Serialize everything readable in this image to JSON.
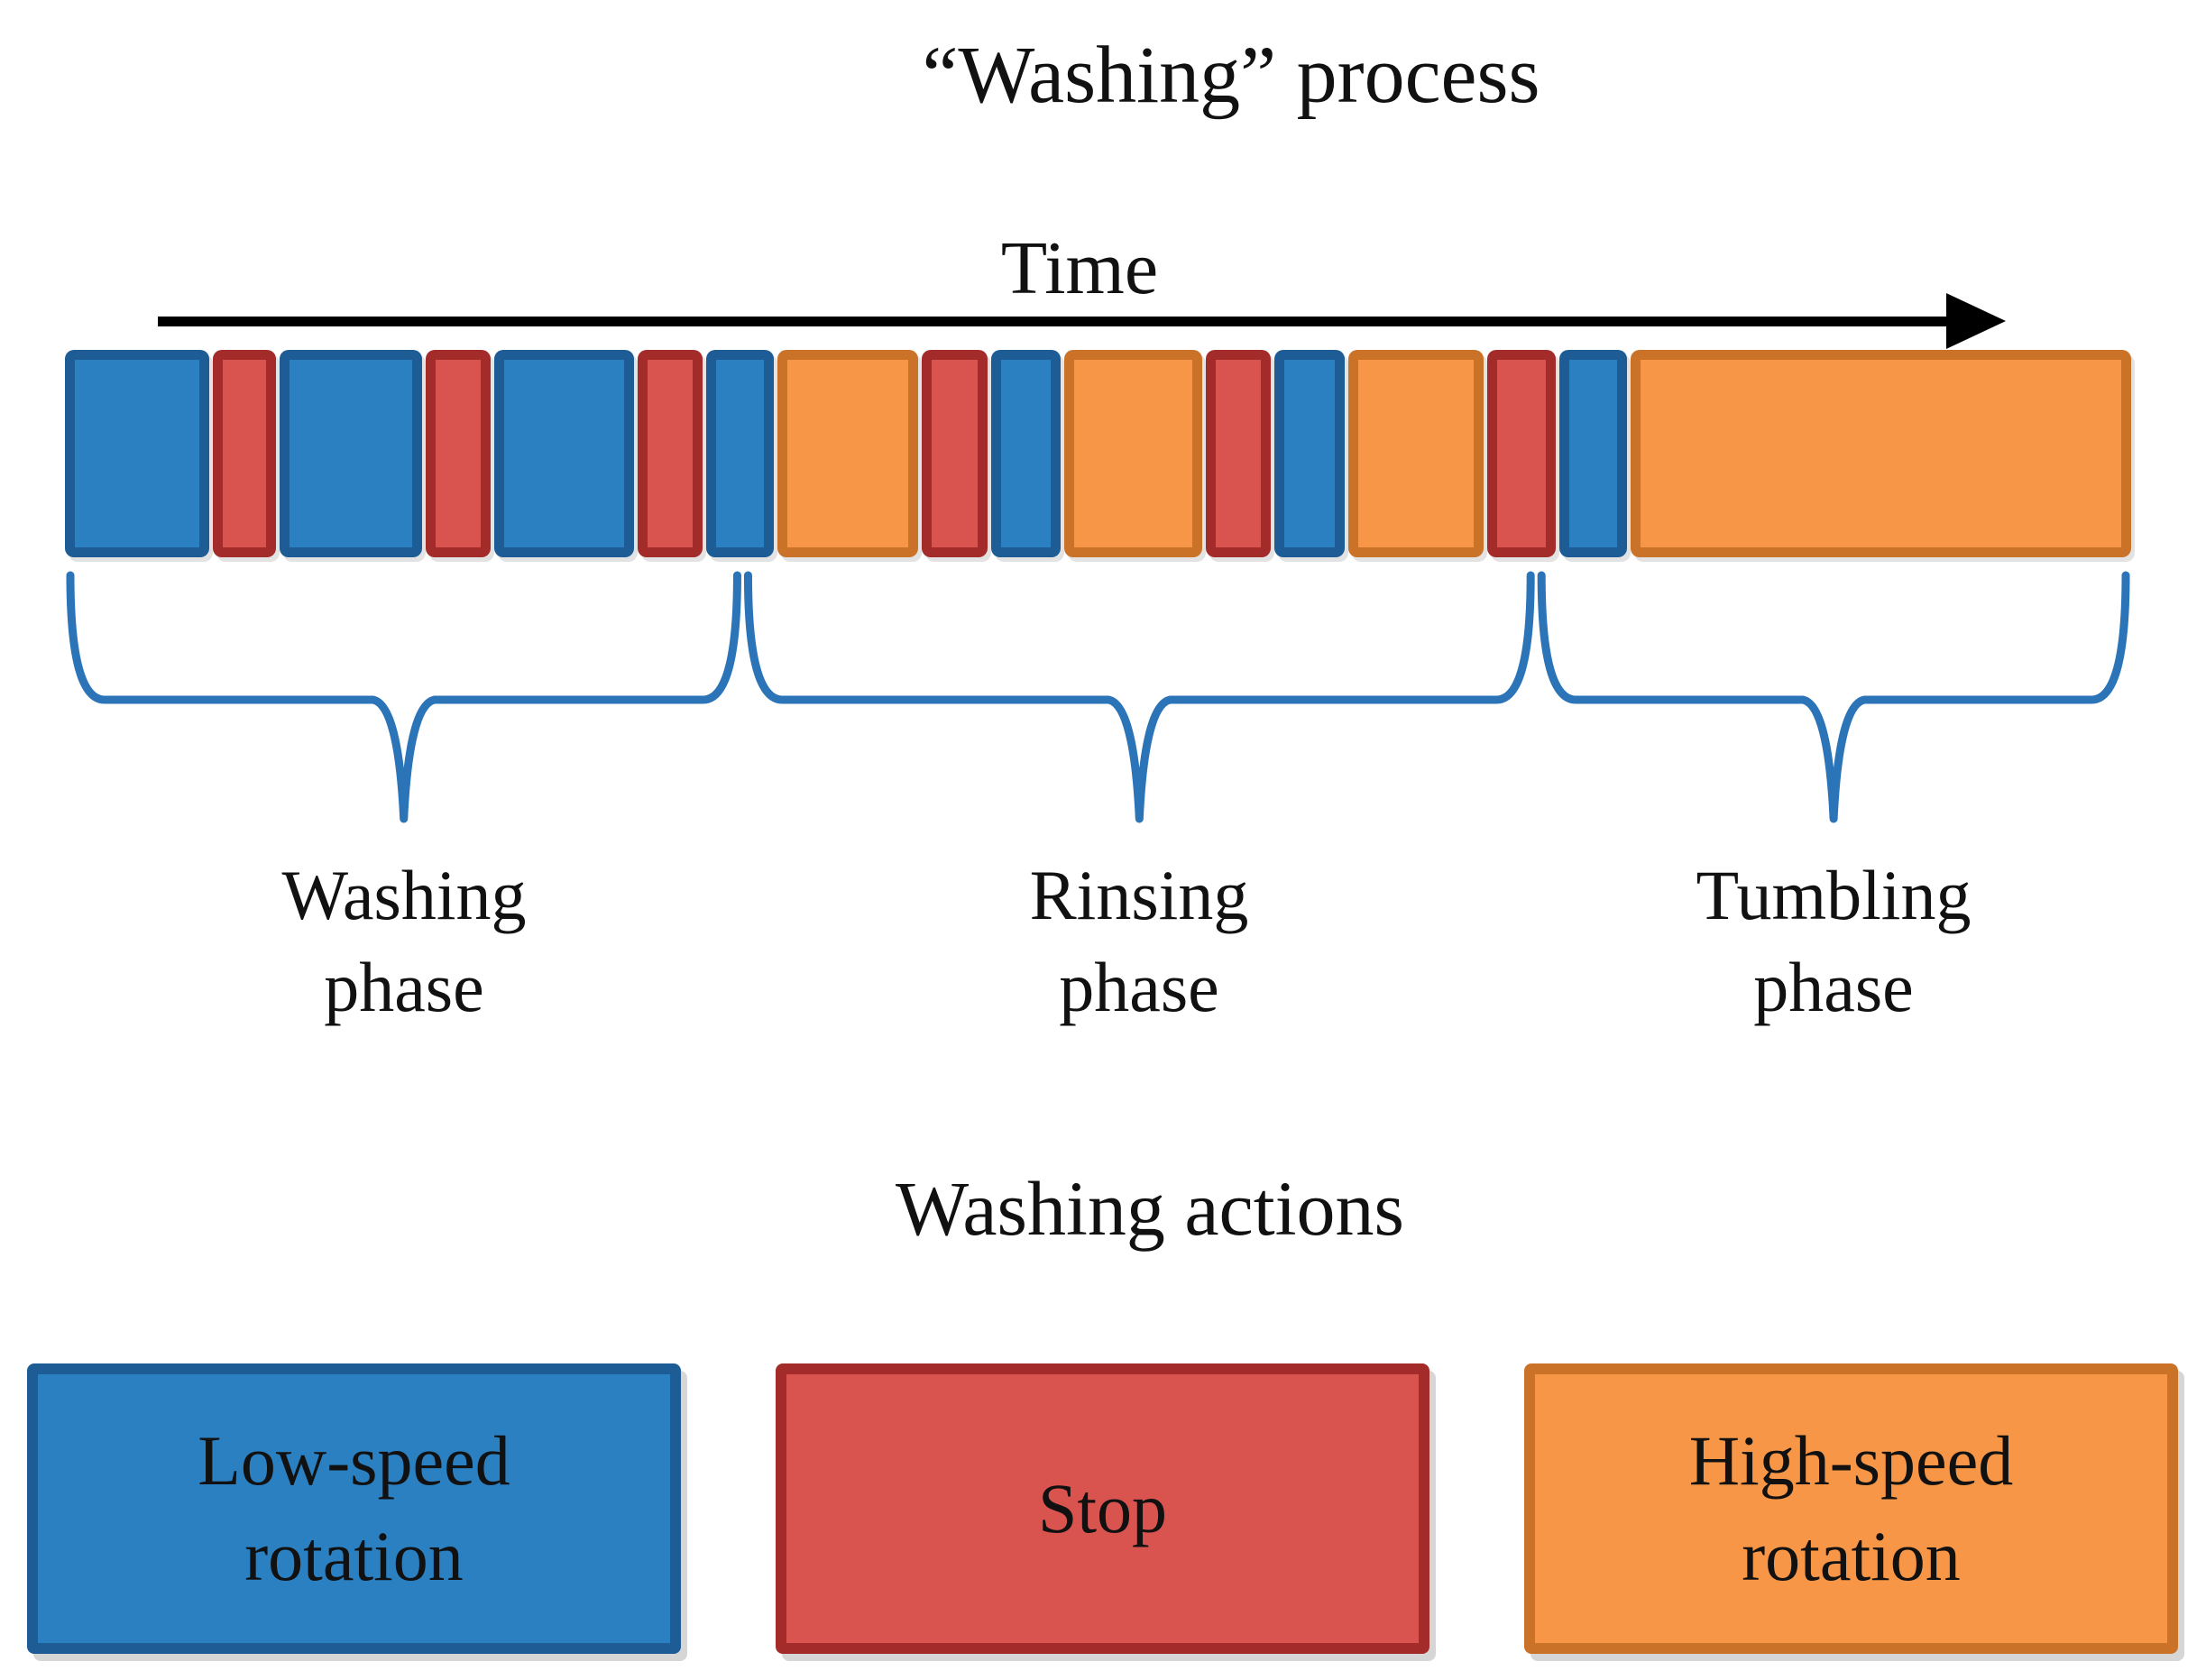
{
  "title": "“Washing” process",
  "time_label": "Time",
  "timeline": {
    "description": "sequence of washing actions over time",
    "segments": [
      {
        "action": "low-speed-rotation",
        "weight": 170
      },
      {
        "action": "stop",
        "weight": 60
      },
      {
        "action": "low-speed-rotation",
        "weight": 168
      },
      {
        "action": "stop",
        "weight": 62
      },
      {
        "action": "low-speed-rotation",
        "weight": 164
      },
      {
        "action": "stop",
        "weight": 62
      },
      {
        "action": "low-speed-rotation",
        "weight": 66
      },
      {
        "action": "high-speed-rotation",
        "weight": 166
      },
      {
        "action": "stop",
        "weight": 62
      },
      {
        "action": "low-speed-rotation",
        "weight": 68
      },
      {
        "action": "high-speed-rotation",
        "weight": 162
      },
      {
        "action": "stop",
        "weight": 62
      },
      {
        "action": "low-speed-rotation",
        "weight": 70
      },
      {
        "action": "high-speed-rotation",
        "weight": 158
      },
      {
        "action": "stop",
        "weight": 66
      },
      {
        "action": "low-speed-rotation",
        "weight": 66
      },
      {
        "action": "high-speed-rotation",
        "weight": 659
      }
    ]
  },
  "phases": [
    {
      "line1": "Washing",
      "line2": "phase",
      "span": [
        0.0,
        0.328
      ]
    },
    {
      "line1": "Rinsing",
      "line2": "phase",
      "span": [
        0.328,
        0.712
      ]
    },
    {
      "line1": "Tumbling",
      "line2": "phase",
      "span": [
        0.712,
        1.0
      ]
    }
  ],
  "legend": {
    "heading": "Washing actions",
    "items": [
      {
        "action": "low-speed-rotation",
        "line1": "Low-speed",
        "line2": "rotation"
      },
      {
        "action": "stop",
        "line1": "Stop",
        "line2": ""
      },
      {
        "action": "high-speed-rotation",
        "line1": "High-speed",
        "line2": "rotation"
      }
    ]
  },
  "colors": {
    "low_fill": "#2B80C2",
    "low_border": "#1D5C94",
    "stop_fill": "#D9534F",
    "stop_border": "#A32C2A",
    "high_fill": "#F79646",
    "high_border": "#CB7229",
    "brace": "#2B74B8",
    "arrow": "#000000",
    "text": "#111111"
  }
}
